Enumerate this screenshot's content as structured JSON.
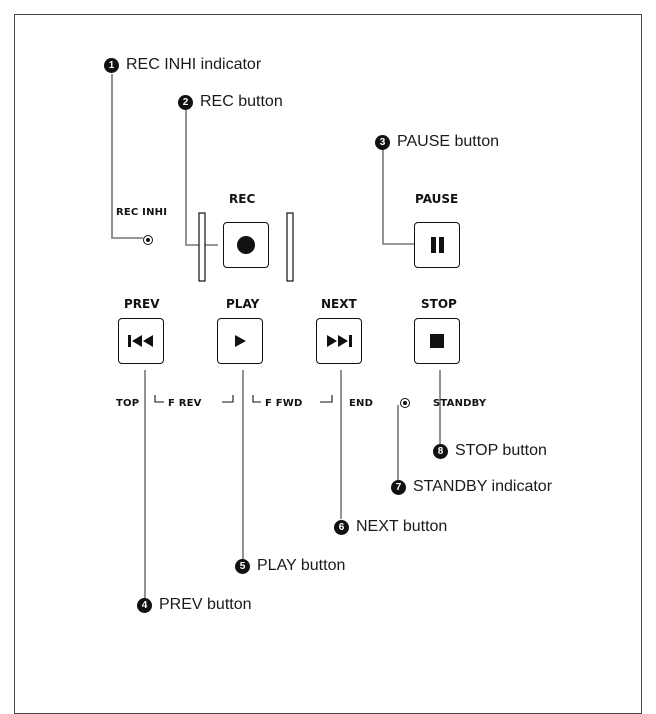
{
  "callouts": [
    {
      "n": "1",
      "label": "REC INHI indicator"
    },
    {
      "n": "2",
      "label": "REC button"
    },
    {
      "n": "3",
      "label": "PAUSE button"
    },
    {
      "n": "4",
      "label": "PREV button"
    },
    {
      "n": "5",
      "label": "PLAY button"
    },
    {
      "n": "6",
      "label": "NEXT button"
    },
    {
      "n": "7",
      "label": "STANDBY indicator"
    },
    {
      "n": "8",
      "label": "STOP button"
    }
  ],
  "panel": {
    "rec_inhi": "REC INHI",
    "rec": "REC",
    "pause": "PAUSE",
    "prev": "PREV",
    "play": "PLAY",
    "next": "NEXT",
    "stop": "STOP",
    "top": "TOP",
    "f_rev": "F REV",
    "f_fwd": "F FWD",
    "end": "END",
    "standby": "STANDBY"
  },
  "icons": {
    "rec": "record-dot-icon",
    "pause": "pause-icon",
    "prev": "skip-previous-icon",
    "play": "play-icon",
    "next": "skip-next-icon",
    "stop": "stop-square-icon"
  }
}
